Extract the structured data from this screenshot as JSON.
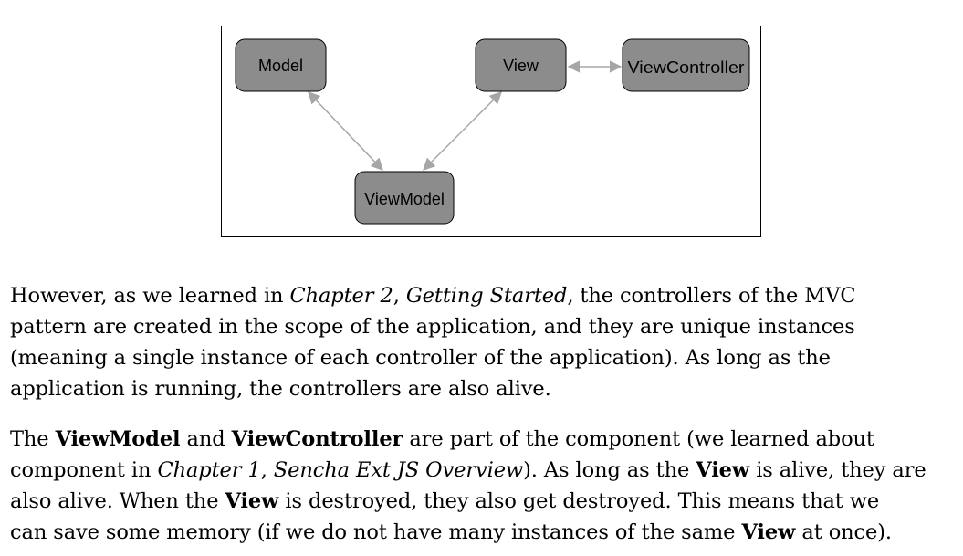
{
  "diagram": {
    "nodes": {
      "model": "Model",
      "view": "View",
      "viewcontroller": "ViewController",
      "viewmodel": "ViewModel"
    }
  },
  "paragraph1": {
    "line1": [
      "However, as we learned in ",
      "Chapter 2",
      ", ",
      "Getting Started",
      ", the controllers of the MVC"
    ],
    "line2": "pattern are created in the scope of the application, and they are unique instances",
    "line3": "(meaning a single instance of each controller of the application). As long as the",
    "line4": "application is running, the controllers are also alive."
  },
  "paragraph2": {
    "line1": [
      "The ",
      "ViewModel",
      " and ",
      "ViewController",
      " are part of the component (we learned about"
    ],
    "line2": [
      "component in ",
      "Chapter 1",
      ", ",
      "Sencha Ext JS Overview",
      "). As long as the ",
      "View",
      " is alive, they are"
    ],
    "line3": [
      "also alive. When the ",
      "View",
      " is destroyed, they also get destroyed. This means that we"
    ],
    "line4": [
      "can save some memory (if we do not have many instances of the same ",
      "View",
      " at once)."
    ]
  }
}
